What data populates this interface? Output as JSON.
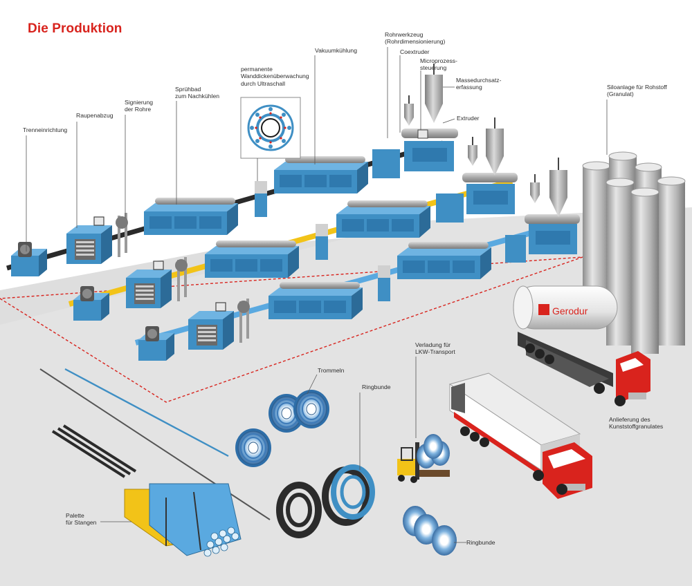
{
  "title": "Die Produktion",
  "labels": {
    "trenneinrichtung": "Trenneinrichtung",
    "raupenabzug": "Raupenabzug",
    "signierung": "Signierung\nder Rohre",
    "spruehbad": "Sprühbad\nzum Nachkühlen",
    "ultraschall": "permanente\nWanddickenüberwachung\ndurch Ultraschall",
    "vakuumkuehlung": "Vakuumkühlung",
    "rohrwerkzeug": "Rohrwerkzeug\n(Rohrdimensionierung)",
    "coextruder": "Coextruder",
    "microprozess": "Microprozess-\nsteuerung",
    "massedurchsatz": "Massedurchsatz-\nerfassung",
    "extruder": "Extruder",
    "siloanlage": "Siloanlage für Rohstoff\n(Granulat)",
    "trommeln": "Trommeln",
    "ringbunde_top": "Ringbunde",
    "verladung": "Verladung für\nLKW-Transport",
    "anlieferung": "Anlieferung des\nKunststoffgranulates",
    "palette": "Palette\nfür Stangen",
    "ringbunde_bottom": "Ringbunde"
  },
  "truck_brand": "Gerodur",
  "colors": {
    "title_red": "#d8231d",
    "machine_blue": "#3f8fc4",
    "steel_grey": "#a9a9a9",
    "pipe_yellow": "#f2c318",
    "pipe_light_blue": "#5aa9e0",
    "truck_red": "#d9231d",
    "floor_grey": "#dedede"
  }
}
